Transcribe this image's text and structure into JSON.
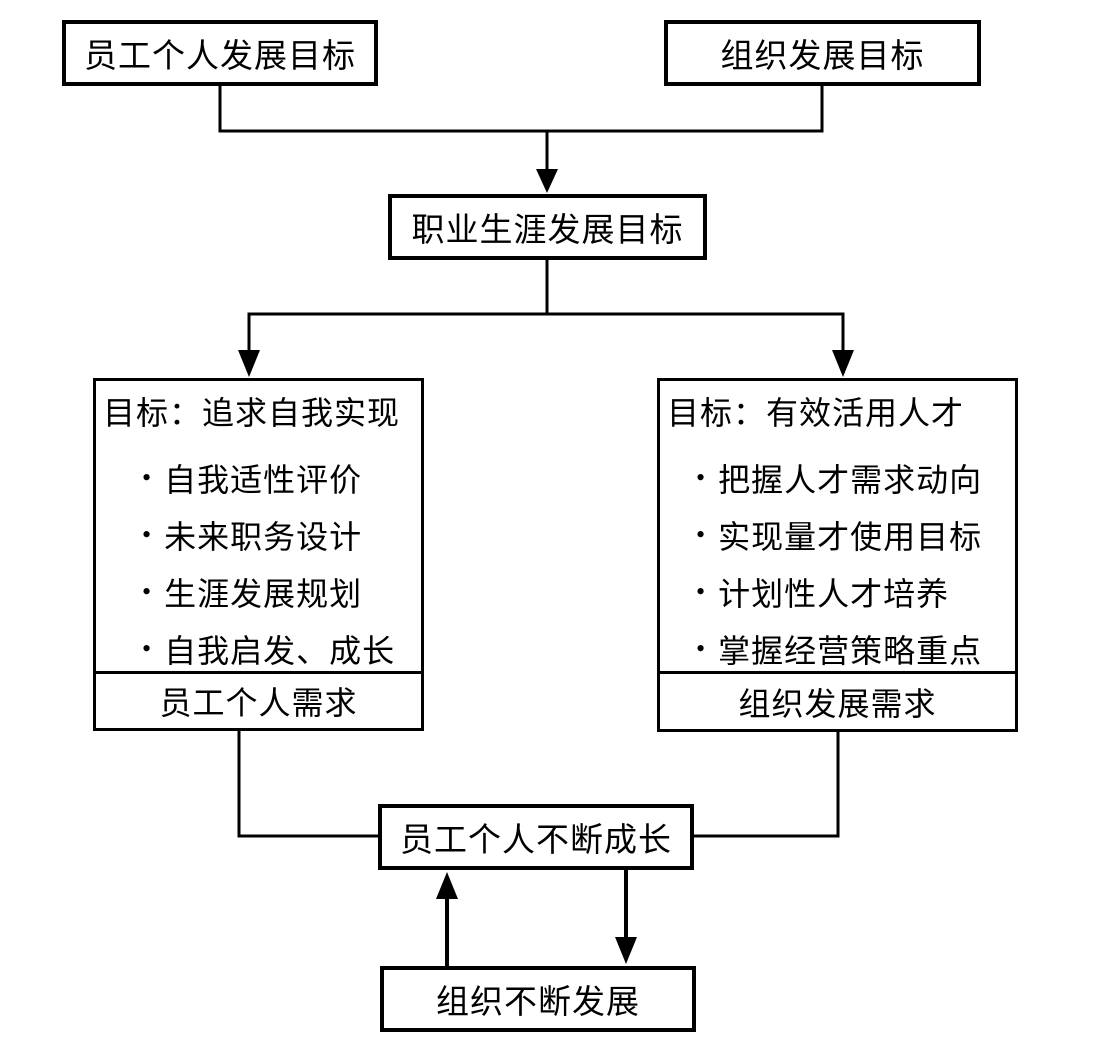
{
  "diagram": {
    "background": "#ffffff",
    "line_color": "#000000",
    "bullet_char": "•",
    "nodes": {
      "employee_goal": "员工个人发展目标",
      "org_goal": "组织发展目标",
      "career_goal": "职业生涯发展目标",
      "employee_growth": "员工个人不断成长",
      "org_growth": "组织不断发展"
    },
    "left_panel": {
      "title": "目标：追求自我实现",
      "bullets": [
        "自我适性评价",
        "未来职务设计",
        "生涯发展规划",
        "自我启发、成长"
      ],
      "footer": "员工个人需求"
    },
    "right_panel": {
      "title": "目标：有效活用人才",
      "bullets": [
        "把握人才需求动向",
        "实现量才使用目标",
        "计划性人才培养",
        "掌握经营策略重点"
      ],
      "footer": "组织发展需求"
    }
  }
}
